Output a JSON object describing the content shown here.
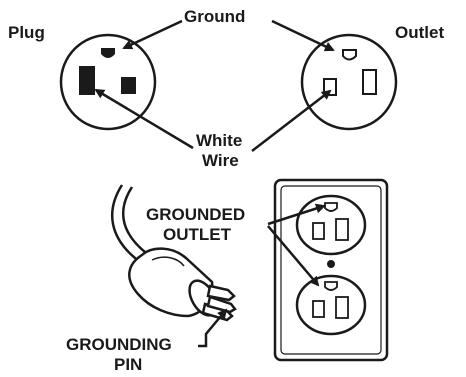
{
  "top": {
    "plug_label": "Plug",
    "ground_label": "Ground",
    "outlet_label": "Outlet",
    "white_wire_line1": "White",
    "white_wire_line2": "Wire"
  },
  "bottom": {
    "grounded_outlet_line1": "GROUNDED",
    "grounded_outlet_line2": "OUTLET",
    "grounding_pin_line1": "GROUNDING",
    "grounding_pin_line2": "PIN"
  },
  "colors": {
    "ink": "#1a1a1a",
    "paper": "#ffffff"
  }
}
